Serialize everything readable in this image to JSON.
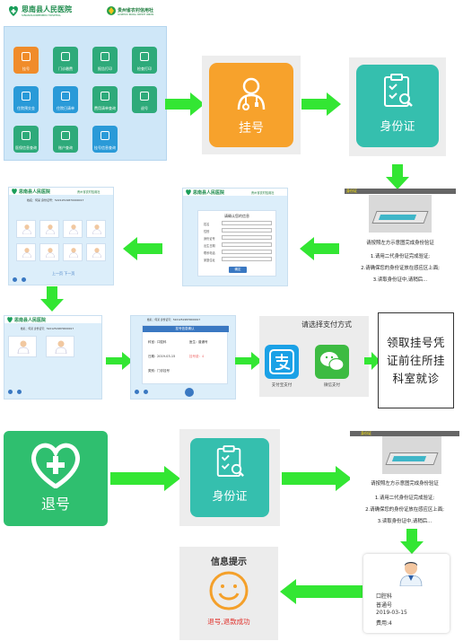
{
  "header": {
    "hospital_name": "思南县人民医院",
    "hospital_name_en": "SINANXIANRENMIN HOSPITAL",
    "bank_name": "贵州省农村信用社",
    "bank_name_en": "GUIZHOU RURAL CREDIT UNION"
  },
  "home_menu": {
    "tiles": [
      {
        "label": "挂号",
        "color": "#f08c2a",
        "icon": "person-icon"
      },
      {
        "label": "门诊缴费",
        "color": "#2eaa7a",
        "icon": "wallet-icon"
      },
      {
        "label": "报告打印",
        "color": "#2eaa7a",
        "icon": "printer-icon"
      },
      {
        "label": "检查打印",
        "color": "#2eaa7a",
        "icon": "document-icon"
      },
      {
        "label": "住院预交金",
        "color": "#2a9ad8",
        "icon": "card-icon"
      },
      {
        "label": "住院日清单",
        "color": "#2a9ad8",
        "icon": "list-icon"
      },
      {
        "label": "费用清单查询",
        "color": "#2eaa7a",
        "icon": "search-icon"
      },
      {
        "label": "退号",
        "color": "#2eaa7a",
        "icon": "heart-plus-icon"
      },
      {
        "label": "医保信息查询",
        "color": "#2eaa7a",
        "icon": "shield-icon"
      },
      {
        "label": "账户查询",
        "color": "#2eaa7a",
        "icon": "account-icon"
      },
      {
        "label": "挂号信息查询",
        "color": "#2a9ad8",
        "icon": "info-icon"
      }
    ]
  },
  "steps": {
    "register_label": "挂号",
    "idcard_label": "身份证",
    "refund_label": "退号",
    "final_text": "领取挂号凭证前往所挂科室就诊"
  },
  "idcard_panel": {
    "title": "身份证",
    "header_label": "身份证",
    "instruction": "请按照左方示意图完成身份验证",
    "step1": "1.请用二代身份证完成验证;",
    "step2": "2.请确保您的身份证放在感应区上面;",
    "step3": "3.读取身份证中,请稍后..."
  },
  "kiosk_list": {
    "top_bar": "姓名：何某   身份证号：52212519870000017",
    "pagination": "上一页   下一页"
  },
  "kiosk_form": {
    "title": "请确认您的信息",
    "fields": [
      "姓名",
      "性别",
      "身份证号",
      "出生日期",
      "联系电话",
      "家庭住址"
    ],
    "confirm": "确定"
  },
  "kiosk_confirm": {
    "top_bar": "姓名：何某   身份证号：52212519870000017",
    "title": "挂号信息确认",
    "dept_label": "科室：",
    "dept_value": "口腔科",
    "doctor_label": "医生：",
    "doctor_value": "普通号",
    "date_label": "日期：",
    "date_value": "2019-03-15",
    "fee_label": "挂号费：",
    "fee_value": "4",
    "type_label": "类别：",
    "type_value": "门诊挂号"
  },
  "payment": {
    "title": "请选择支付方式",
    "alipay": "支付宝支付",
    "wechat": "微信支付"
  },
  "ticket": {
    "dept": "口腔科",
    "type": "普通号",
    "date": "2019-03-15",
    "fee": "费用:4"
  },
  "info_panel": {
    "title": "信息提示",
    "message": "退号,退款成功"
  },
  "colors": {
    "arrow_green": "#33e633",
    "orange": "#f7a22c",
    "teal": "#35bfae",
    "green_tile": "#2fbf6f",
    "kiosk_blue": "#dceefa",
    "message_red": "#e0302a"
  }
}
